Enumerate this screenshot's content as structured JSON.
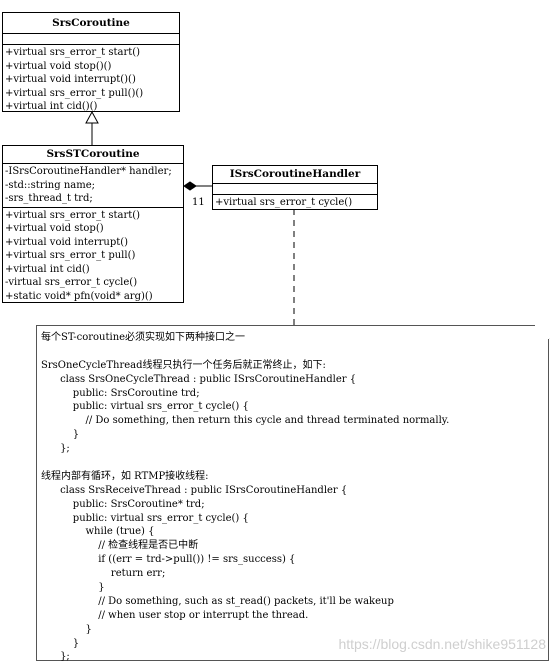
{
  "srs_coroutine": {
    "name": "SrsCoroutine",
    "attributes": [],
    "methods": [
      "+virtual srs_error_t start()",
      "+virtual void stop()()",
      "+virtual void interrupt()()",
      "+virtual srs_error_t pull()()",
      "+virtual int cid()()"
    ]
  },
  "srs_st_coroutine": {
    "name": "SrsSTCoroutine",
    "attributes": [
      "-ISrsCoroutineHandler* handler;",
      "-std::string name;",
      "-srs_thread_t trd;"
    ],
    "methods": [
      "+virtual srs_error_t start()",
      "+virtual void stop()",
      "+virtual void interrupt()",
      "+virtual srs_error_t pull()",
      "+virtual int cid()",
      "-virtual srs_error_t cycle()",
      "+static void* pfn(void* arg)()"
    ]
  },
  "handler_interface": {
    "name": "ISrsCoroutineHandler",
    "methods": [
      "+virtual srs_error_t cycle()"
    ]
  },
  "multiplicity": "11",
  "note": {
    "lines": [
      "每个ST-coroutine必须实现如下两种接口之一",
      "",
      "SrsOneCycleThread线程只执行一个任务后就正常终止，如下:",
      "      class SrsOneCycleThread : public ISrsCoroutineHandler {",
      "          public: SrsCoroutine trd;",
      "          public: virtual srs_error_t cycle() {",
      "              // Do something, then return this cycle and thread terminated normally.",
      "          }",
      "      };",
      "",
      "线程内部有循环，如 RTMP接收线程:",
      "      class SrsReceiveThread : public ISrsCoroutineHandler {",
      "          public: SrsCoroutine* trd;",
      "          public: virtual srs_error_t cycle() {",
      "              while (true) {",
      "                  // 检查线程是否已中断",
      "                  if ((err = trd->pull()) != srs_success) {",
      "                      return err;",
      "                  }",
      "                  // Do something, such as st_read() packets, it'll be wakeup",
      "                  // when user stop or interrupt the thread.",
      "              }",
      "          }",
      "      };"
    ]
  },
  "watermark": "https://blog.csdn.net/shike951128"
}
